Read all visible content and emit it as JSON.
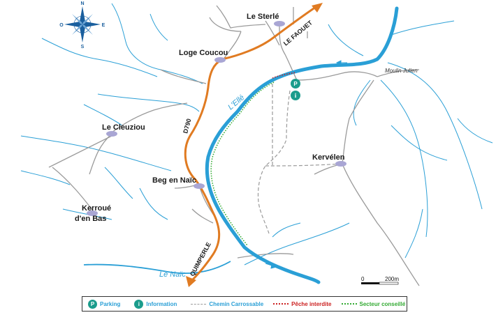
{
  "places": {
    "le_sterle": "Le Sterlé",
    "loge_coucou": "Loge Coucou",
    "le_cleuziou": "Le Cleuziou",
    "beg_en_naic": "Beg en Naïc",
    "kerroue_line1": "Kerroué",
    "kerroue_line2": "d'en Bas",
    "kervelen": "Kervélen",
    "moulin_julien": "Moulin Julien"
  },
  "roads": {
    "le_faouet": "LE FAOUET",
    "d790": "D790",
    "quimperle": "QUIMPERLE"
  },
  "rivers": {
    "lelle": "L'Ellé",
    "le_naic": "Le Naïc"
  },
  "compass": {
    "n": "N",
    "s": "S",
    "e": "E",
    "o": "O"
  },
  "scale": {
    "start": "0",
    "end": "200m"
  },
  "legend": {
    "parking": "Parking",
    "parking_glyph": "P",
    "information": "Information",
    "information_glyph": "i",
    "chemin": "Chemin Carrossable",
    "peche": "Pêche interdite",
    "secteur": "Secteur conseillé"
  },
  "colors": {
    "river": "#2a9fd6",
    "road_main": "#e07b22",
    "road_minor": "#9a9a9a",
    "chemin": "#9a9a9a",
    "peche_interdite": "#cc2222",
    "secteur_conseille": "#33aa33",
    "place_marker": "#a9a6d4",
    "parking_icon": "#1b9c8c"
  }
}
